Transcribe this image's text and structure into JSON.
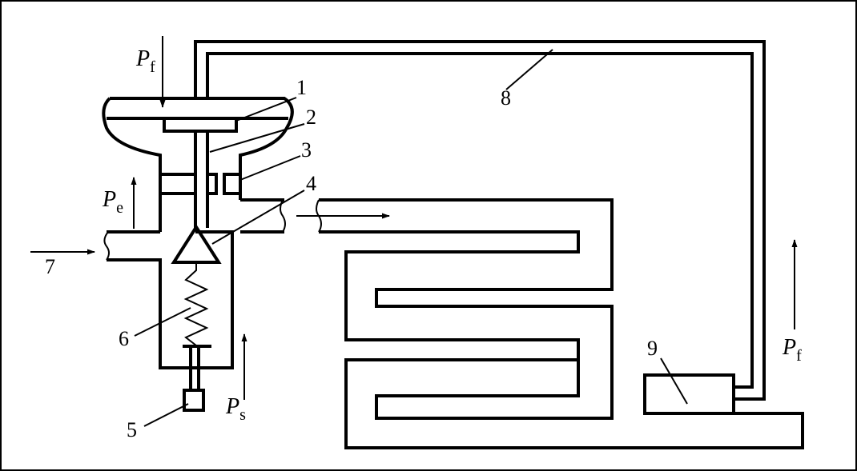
{
  "labels": {
    "n1": "1",
    "n2": "2",
    "n3": "3",
    "n4": "4",
    "n5": "5",
    "n6": "6",
    "n7": "7",
    "n8": "8",
    "n9": "9"
  },
  "pressures": {
    "pf_top": {
      "symbol": "P",
      "sub": "f"
    },
    "pe": {
      "symbol": "P",
      "sub": "e"
    },
    "ps": {
      "symbol": "P",
      "sub": "s"
    },
    "pf_right": {
      "symbol": "P",
      "sub": "f"
    }
  }
}
